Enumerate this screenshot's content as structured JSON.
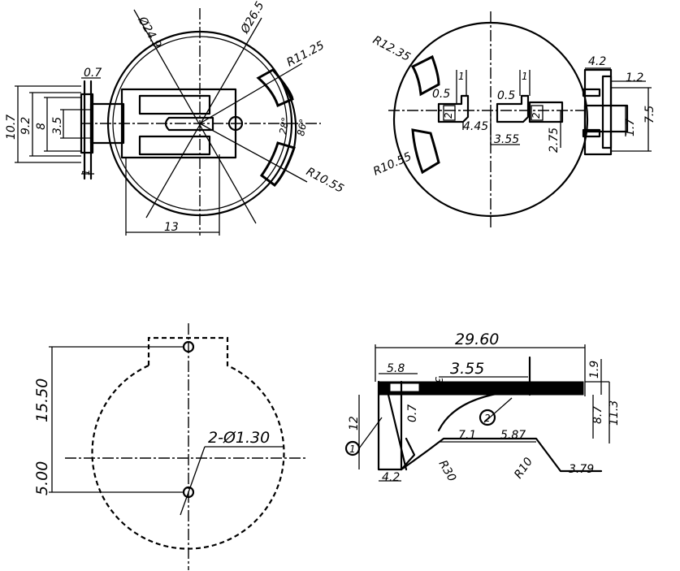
{
  "front_view": {
    "dia_outer": "Ø26.5",
    "dia_inner": "Ø24.9",
    "radius_outer": "R11.25",
    "radius_inner": "R10.55",
    "angle_a": "28°",
    "angle_b": "86°",
    "width_0_7": "0.7",
    "height_10_7": "10.7",
    "height_9_2": "9.2",
    "height_8": "8",
    "height_3_5": "3.5",
    "width_1": "1",
    "width_13": "13"
  },
  "back_view": {
    "radius_top": "R12.35",
    "radius_bottom": "R10.55",
    "pad_w_1a": "1",
    "pad_w_1b": "1",
    "pad_off_05a": "0.5",
    "pad_off_05b": "0.5",
    "pad_h_2a": "2",
    "pad_h_2b": "2",
    "dim_4_45": "4.45",
    "dim_3_55": "3.55",
    "dim_2_75": "2.75",
    "side_4_2": "4.2",
    "side_1_2": "1.2",
    "side_7_5": "7.5",
    "side_1_7": "1.7"
  },
  "pcb_layout": {
    "dim_15_50": "15.50",
    "dim_5_00": "5.00",
    "holes": "2-Ø1.30"
  },
  "side_view": {
    "length_29_60": "29.60",
    "dim_5_8": "5.8",
    "dim_3_0": "3.0",
    "dim_3_55": "3.55",
    "dim_1_9": "1.9",
    "dim_0_7": "0.7",
    "dim_8_7": "8.7",
    "dim_11_3": "11.3",
    "dim_12": "12",
    "dim_7_1": "7.1",
    "dim_5_87": "5.87",
    "dim_4_2": "4.2",
    "radius_r30": "R30",
    "radius_r10": "R10",
    "dim_3_79": "3.79",
    "callout_1": "1",
    "callout_2": "2"
  }
}
